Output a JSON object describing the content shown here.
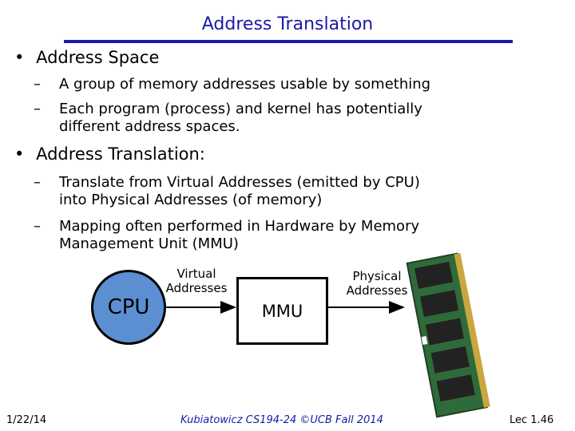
{
  "slide": {
    "title": "Address Translation",
    "bullets": [
      {
        "text": "Address Space",
        "items": [
          "A group of memory addresses usable by something",
          "Each program (process) and kernel has potentially\ndifferent address spaces."
        ]
      },
      {
        "text": "Address Translation:",
        "items": [
          "Translate from Virtual Addresses (emitted by CPU)\ninto Physical Addresses (of memory)",
          "Mapping often performed in Hardware by Memory\nManagement Unit (MMU)"
        ]
      }
    ]
  },
  "diagram": {
    "cpu_label": "CPU",
    "virtual_label_line1": "Virtual",
    "virtual_label_line2": "Addresses",
    "mmu_label": "MMU",
    "physical_label_line1": "Physical",
    "physical_label_line2": "Addresses"
  },
  "footer": {
    "date": "1/22/14",
    "center": "Kubiatowicz CS194-24 ©UCB Fall 2014",
    "page": "Lec 1.46"
  },
  "colors": {
    "title": "#1a1aa6",
    "cpu_fill": "#5b8fd1",
    "footer": "#1a1aa6"
  },
  "icons": {
    "memory_module": "ram-module-icon"
  }
}
